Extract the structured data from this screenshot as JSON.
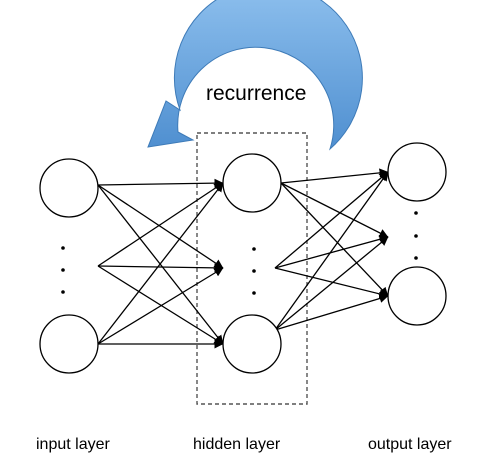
{
  "labels": {
    "recurrence": "recurrence",
    "input_layer": "input layer",
    "hidden_layer": "hidden layer",
    "output_layer": "output layer"
  },
  "colors": {
    "arrow_fill": "#5b9bd5",
    "arrow_stroke": "#3e7bb8",
    "node_stroke": "#000000",
    "box_stroke": "#555555"
  }
}
